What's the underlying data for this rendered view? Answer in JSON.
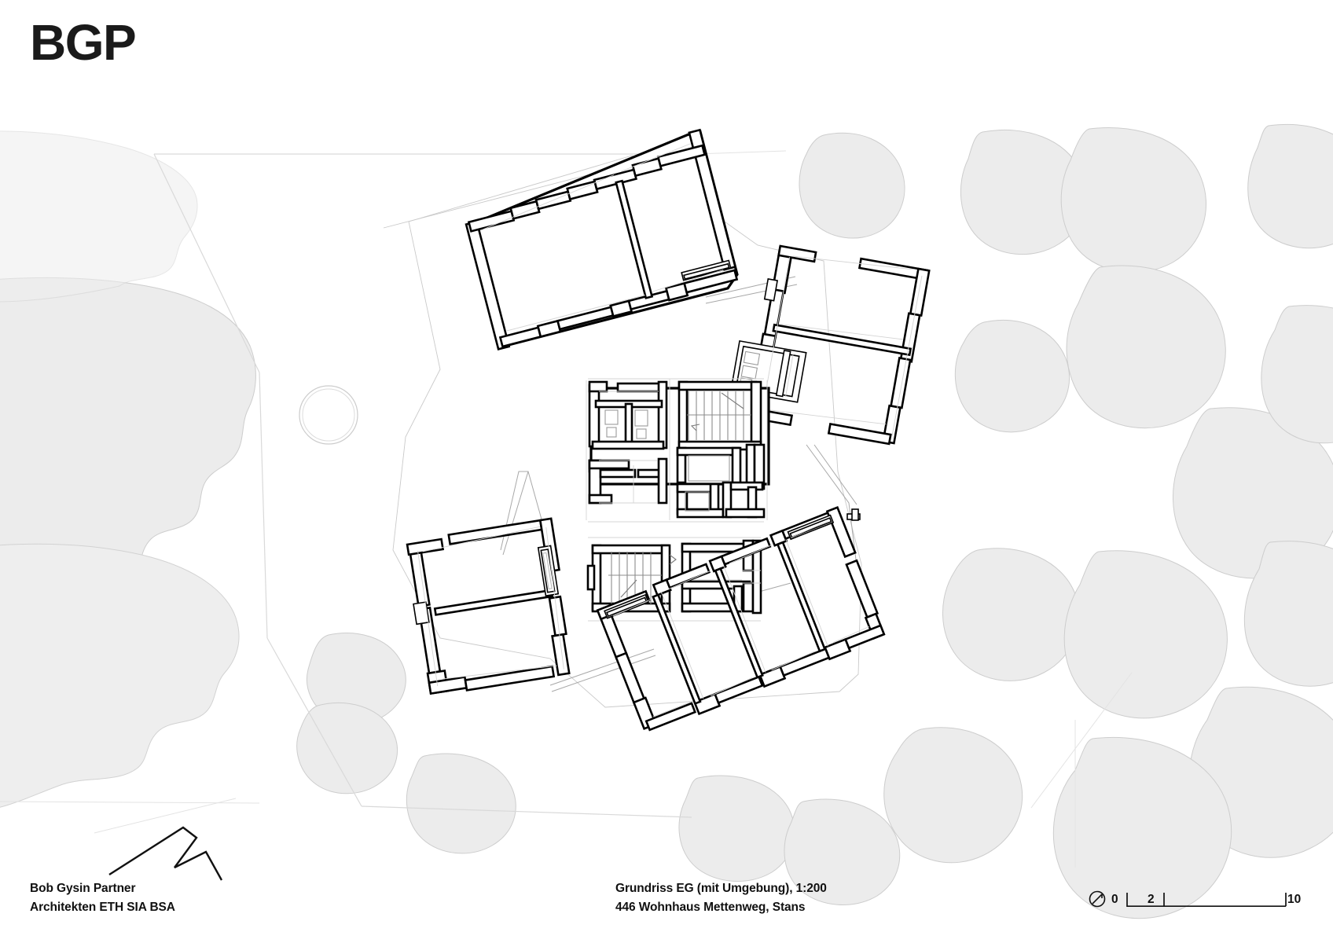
{
  "sheet": {
    "background_color": "#ffffff",
    "logo": "BGP",
    "logo_color": "#1a1a1a"
  },
  "credit": {
    "line1": "Bob Gysin Partner",
    "line2": "Architekten ETH SIA BSA"
  },
  "title_block": {
    "line1": "Grundriss EG (mit Umgebung), 1:200",
    "line2": "446 Wohnhaus Mettenweg, Stans"
  },
  "scale_bar": {
    "symbol_name": "scale-circle-icon",
    "start_label": "0",
    "mid_label": "2",
    "end_label": "10",
    "unit_implied": "m",
    "scale": "1:200"
  },
  "drawing": {
    "type": "architectural-floor-plan",
    "name": "Grundriss EG",
    "wall_color": "#000000",
    "vegetation_fill": "#ececec",
    "vegetation_stroke": "#cfcfcf",
    "site_line_color": "#d8d8d8",
    "elements": [
      "north-west-wing",
      "north-east-wing",
      "central-core",
      "south-west-wing",
      "south-east-wing",
      "site-boundary",
      "tree-canopies",
      "neighbour-roof-outline",
      "circular-planter"
    ]
  }
}
